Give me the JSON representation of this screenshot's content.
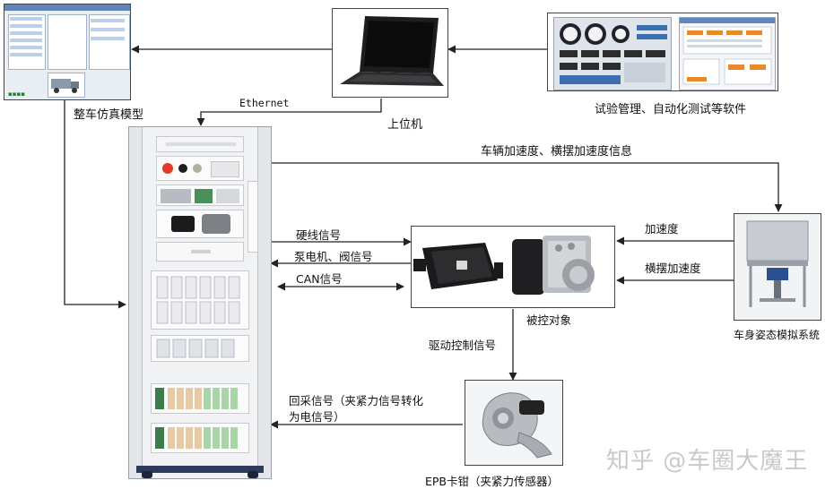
{
  "labels": {
    "vehicle_model": "整车仿真模型",
    "ethernet": "Ethernet",
    "host_pc": "上位机",
    "software": "试验管理、自动化测试等软件",
    "accel_info": "车辆加速度、横摆加速度信息",
    "hardwire": "硬线信号",
    "pump_valve": "泵电机、阀信号",
    "can_signal": "CAN信号",
    "acceleration": "加速度",
    "yaw_accel": "横摆加速度",
    "controlled_object": "被控对象",
    "posture_system": "车身姿态模拟系统",
    "drive_control": "驱动控制信号",
    "feedback_line1": "回采信号（夹紧力信号转化",
    "feedback_line2": "为电信号）",
    "epb_caliper": "EPB卡钳（夹紧力传感器）"
  },
  "watermark": "知乎 @车圈大魔王",
  "colors": {
    "line": "#222222",
    "screen_blue": "#3b6fb0",
    "accent_orange": "#e8892b"
  }
}
